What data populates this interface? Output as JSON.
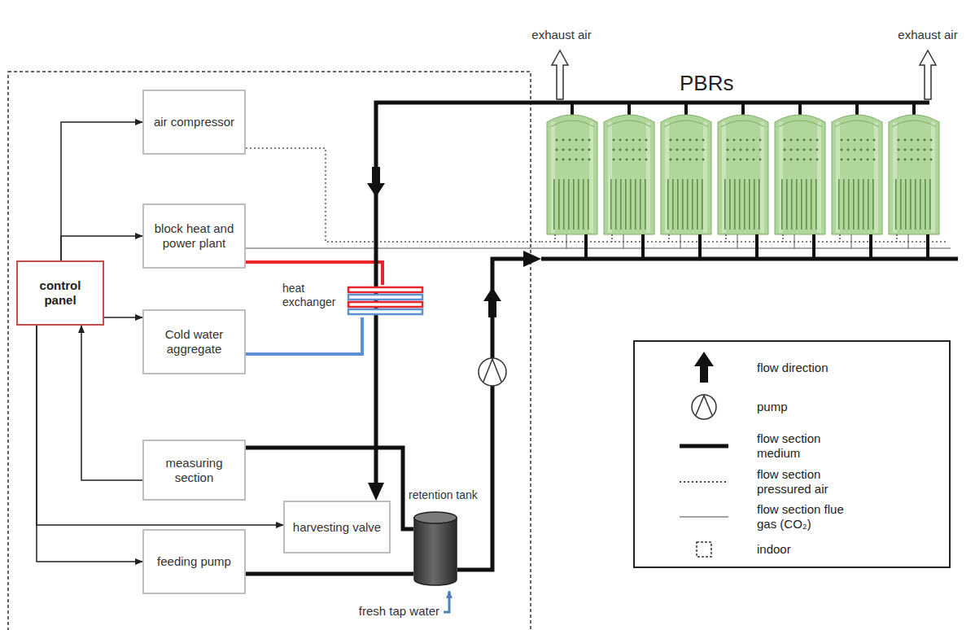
{
  "diagram": {
    "nodes": [
      {
        "text": [
          "air compressor"
        ]
      },
      {
        "text": [
          "PBRs"
        ]
      },
      {
        "text": [
          "block heat and power plant"
        ]
      },
      {
        "text": [
          "control panel"
        ]
      },
      {
        "text": [
          "heat exchanger"
        ]
      },
      {
        "text": [
          "Cold water aggregate"
        ]
      },
      {
        "text": [
          "measuring section"
        ]
      },
      {
        "text": [
          "retention tank"
        ]
      },
      {
        "text": [
          "harvesting valve"
        ]
      },
      {
        "text": [
          "feeding pump"
        ]
      }
    ],
    "edges": [
      {
        "from": 3,
        "to": 0,
        "arrow": "to"
      },
      {
        "from": 3,
        "to": 2,
        "arrow": "to"
      },
      {
        "from": 3,
        "to": 5,
        "arrow": "to"
      },
      {
        "from": 6,
        "to": 3,
        "arrow": "to"
      },
      {
        "from": 3,
        "to": 8,
        "arrow": "to"
      },
      {
        "from": 3,
        "to": 9,
        "arrow": "to"
      },
      {
        "from": 0,
        "to": 1,
        "arrow": "none"
      },
      {
        "from": 2,
        "to": 1,
        "arrow": "none"
      },
      {
        "from": 2,
        "to": 4,
        "arrow": "none"
      },
      {
        "from": 5,
        "to": 4,
        "arrow": "none"
      },
      {
        "from": 1,
        "to": 8,
        "arrow": "to"
      },
      {
        "from": 6,
        "to": 7,
        "arrow": "none"
      },
      {
        "from": 9,
        "to": 7,
        "arrow": "none"
      },
      {
        "from": 7,
        "to": 1,
        "arrow": "to"
      }
    ],
    "labels": [
      "exhaust air",
      "exhaust air",
      "fresh tap water"
    ],
    "legend": [
      {
        "text": "flow direction"
      },
      {
        "text": "pump"
      },
      {
        "text": "flow section medium"
      },
      {
        "text": "flow section pressured air"
      },
      {
        "text": "flow section flue gas (CO₂)"
      },
      {
        "text": "indoor"
      }
    ]
  }
}
